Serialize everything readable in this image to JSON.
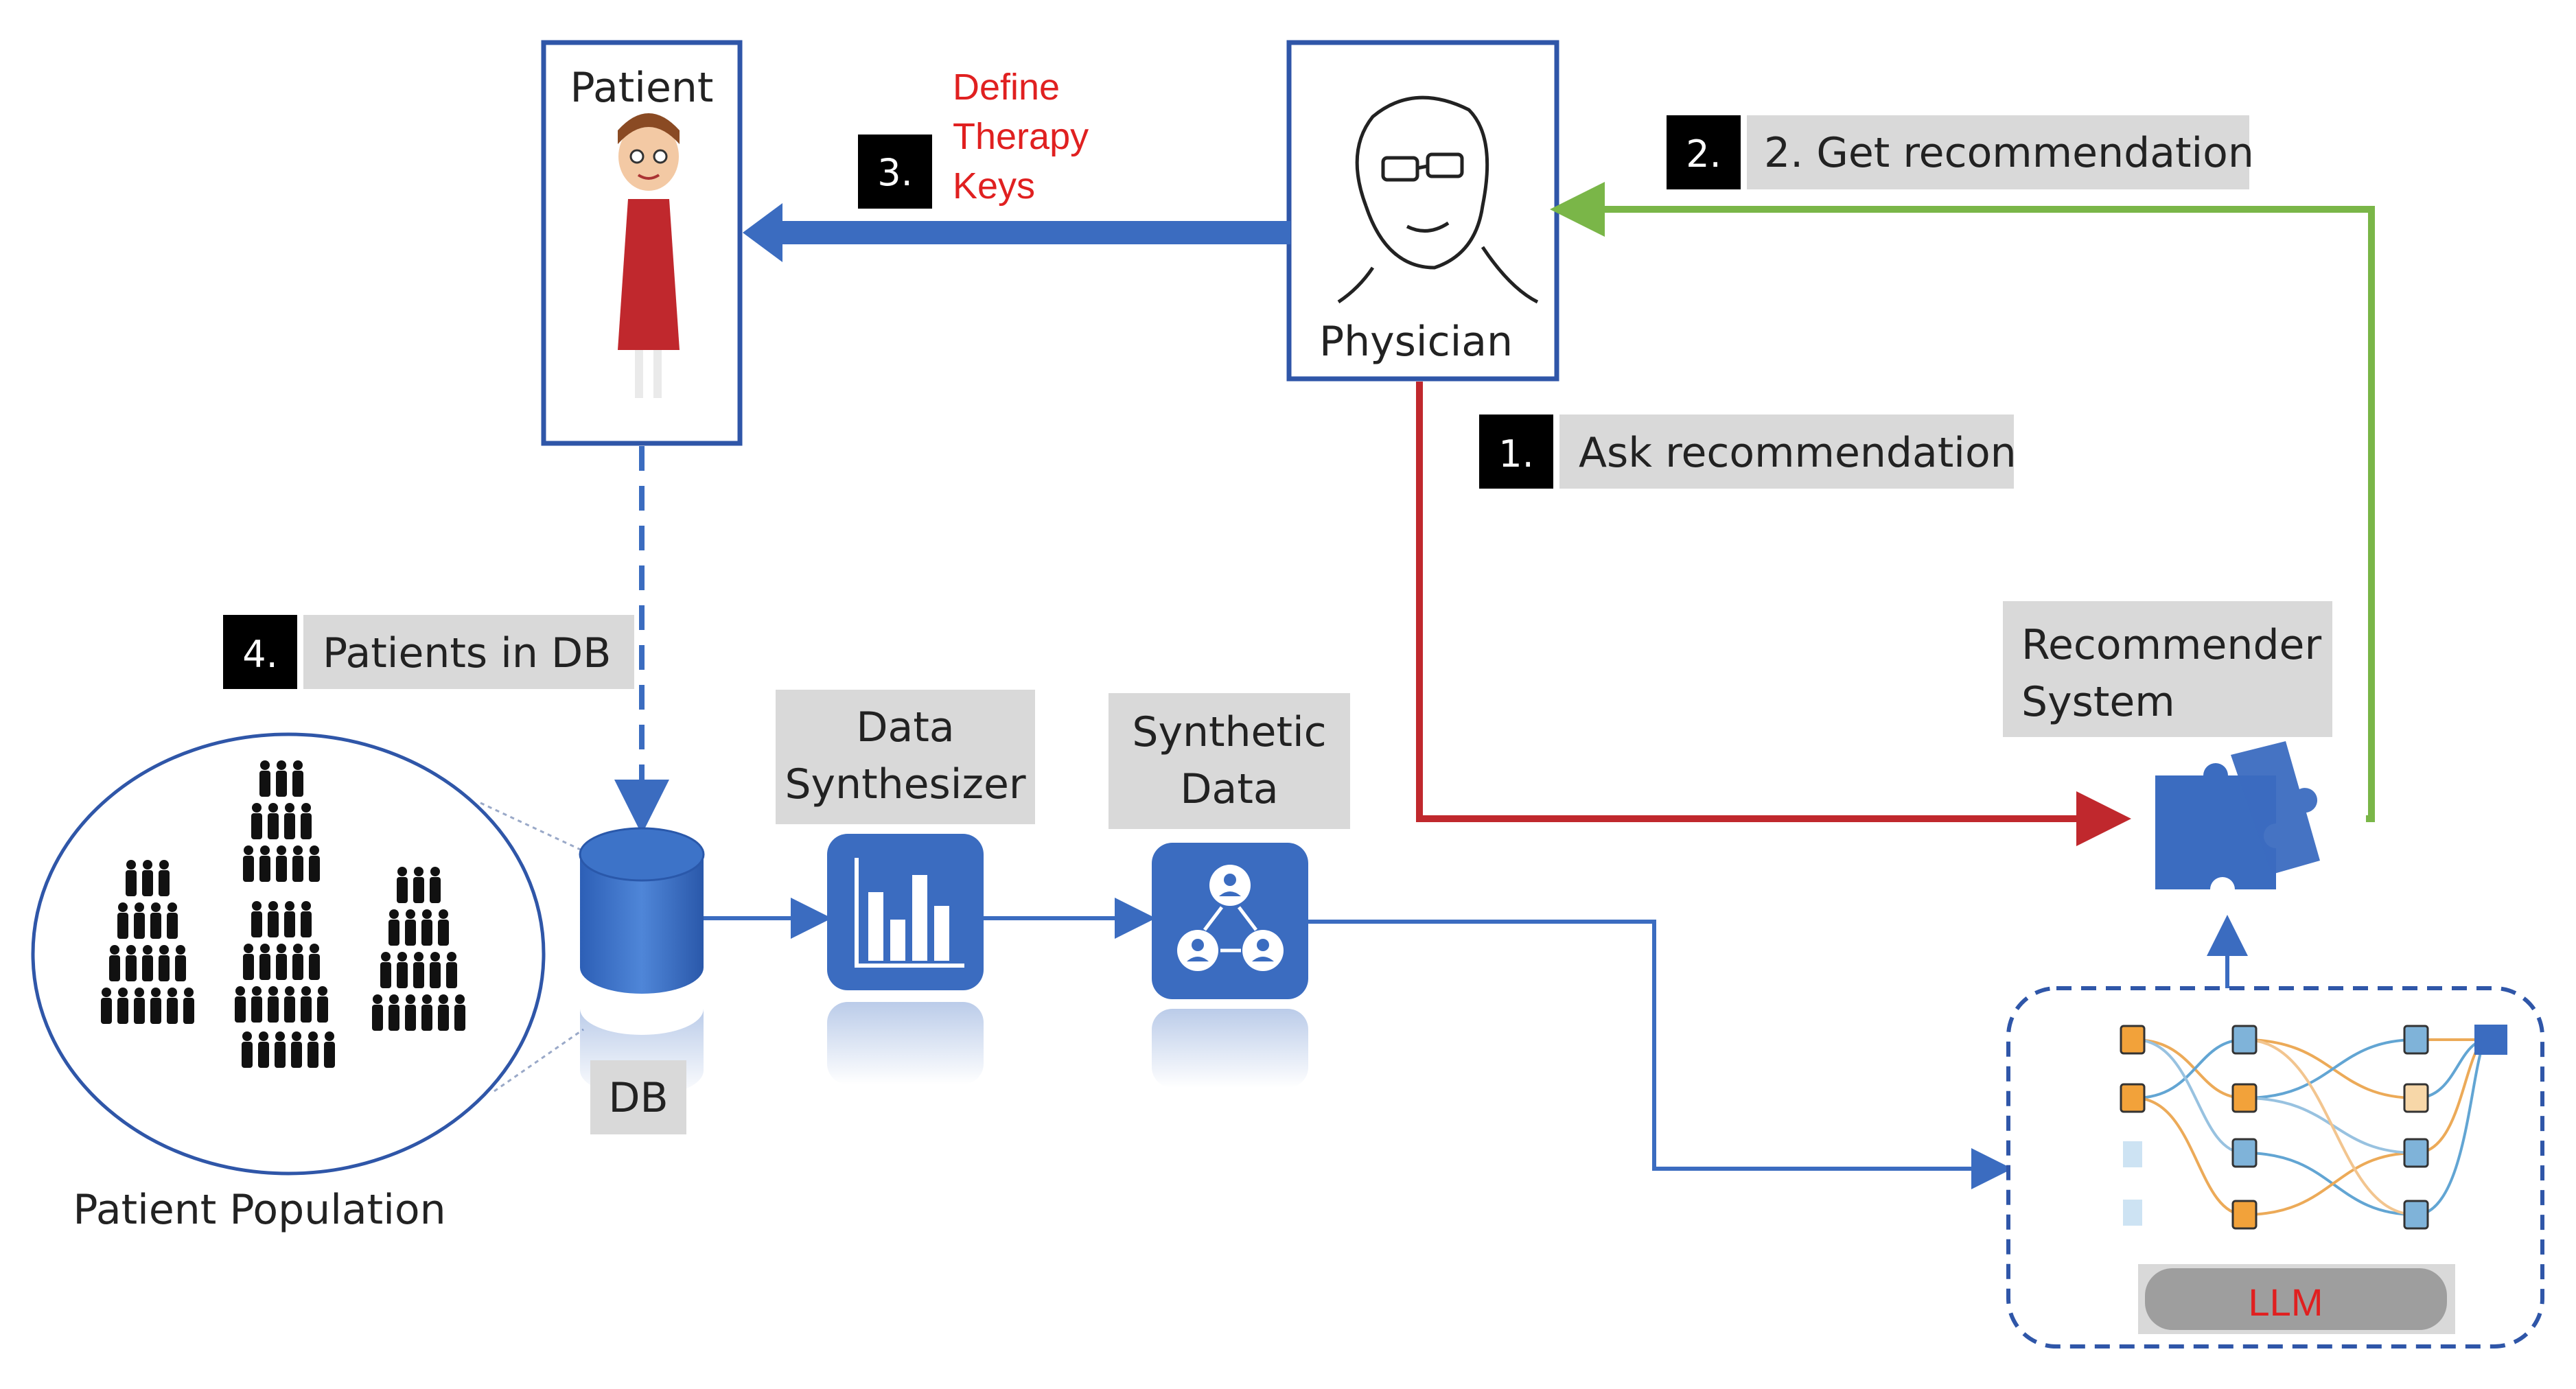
{
  "nodes": {
    "patient": "Patient",
    "physician": "Physician",
    "recommender": [
      "Recommender",
      "System"
    ],
    "db": "DB",
    "synthesizer": [
      "Data",
      "Synthesizer"
    ],
    "synthetic": [
      "Synthetic",
      "Data"
    ],
    "population": "Patient Population",
    "llm": "LLM"
  },
  "steps": {
    "s1_num": "1.",
    "s1_text": "Ask recommendation",
    "s2_num": "2.",
    "s2_text": "2. Get recommendation",
    "s3_num": "3.",
    "s3_text": [
      "Define",
      "Therapy",
      "Keys"
    ],
    "s4_num": "4.",
    "s4_text": "Patients in DB"
  },
  "colors": {
    "blue": "#3b6cc0",
    "box_border": "#2f56a8",
    "red_arrow": "#c0282d",
    "green_arrow": "#7ab648",
    "gray_label": "#d9d9d9",
    "accent_text": "#e02020"
  }
}
